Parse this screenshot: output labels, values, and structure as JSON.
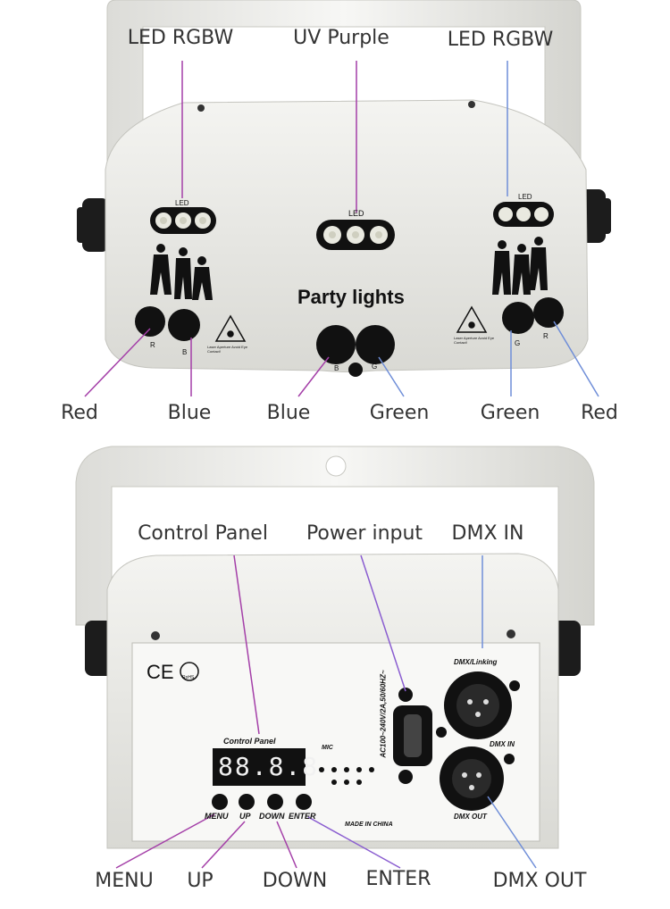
{
  "top_callouts": {
    "led_left": "LED RGBW",
    "uv": "UV Purple",
    "led_right": "LED RGBW",
    "red_left": "Red",
    "blue_left": "Blue",
    "blue_center": "Blue",
    "green_center": "Green",
    "green_right": "Green",
    "red_right": "Red"
  },
  "front_printing": {
    "title": "Party lights",
    "led_label": "LED",
    "port_r": "R",
    "port_b": "B",
    "port_g": "G",
    "laser_warning": "Laser Aperture Avoid Eye Contact!"
  },
  "bottom_callouts": {
    "control_panel": "Control Panel",
    "power_input": "Power input",
    "dmx_in": "DMX IN",
    "menu": "MENU",
    "up": "UP",
    "down": "DOWN",
    "enter": "ENTER",
    "dmx_out": "DMX OUT"
  },
  "rear_printing": {
    "control_panel": "Control Panel",
    "display": "88.8.8",
    "mic": "MIC",
    "menu": "MENU",
    "up": "UP",
    "down": "DOWN",
    "enter": "ENTER",
    "made_in": "MADE IN CHINA",
    "dmx_linking": "DMX/Linking",
    "dmx_in": "DMX IN",
    "dmx_out": "DMX OUT",
    "power_rating": "AC100~240V/2A,50/60HZ~",
    "ce": "CE",
    "rohs": "RoHS"
  },
  "colors": {
    "callout_line_purple": "#a43fa8",
    "callout_line_blue": "#6f8ed8",
    "body_white": "#eeeeea",
    "knob_black": "#1a1a1a"
  }
}
